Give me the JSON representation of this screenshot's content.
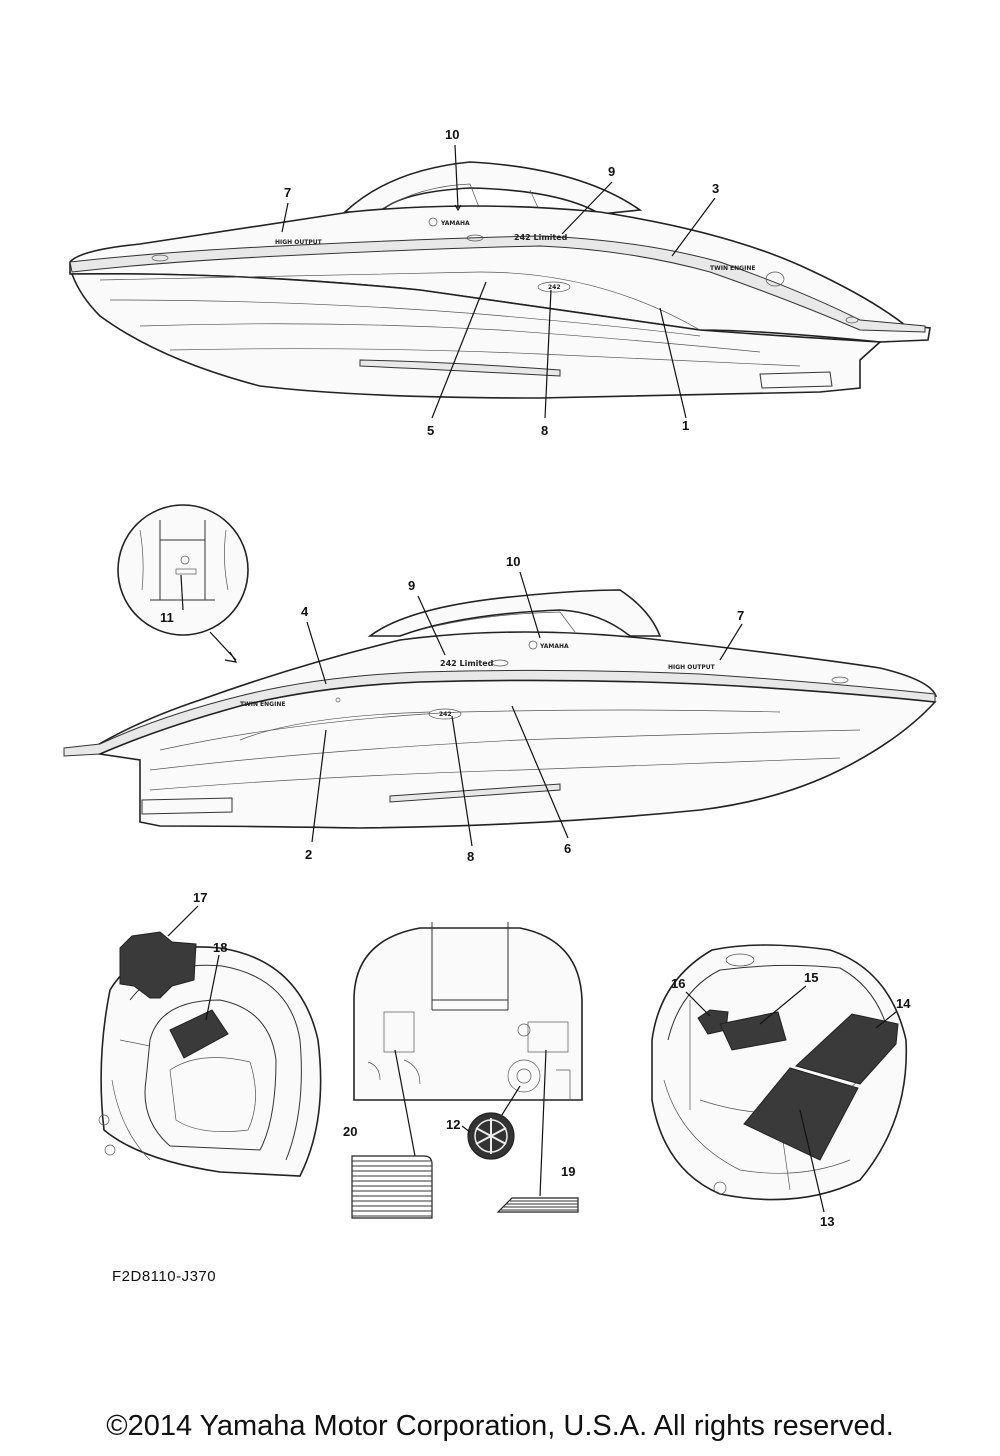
{
  "callouts": {
    "top": {
      "c10": "10",
      "c9": "9",
      "c7": "7",
      "c3": "3",
      "c5": "5",
      "c8": "8",
      "c1": "1"
    },
    "middle": {
      "c11": "11",
      "c10": "10",
      "c9": "9",
      "c4": "4",
      "c7": "7",
      "c2": "2",
      "c8": "8",
      "c6": "6"
    },
    "bottom": {
      "c17": "17",
      "c18": "18",
      "c16": "16",
      "c15": "15",
      "c14": "14",
      "c13": "13",
      "c12": "12",
      "c20": "20",
      "c19": "19"
    }
  },
  "decals": {
    "high_output": "HIGH OUTPUT",
    "model": "242 Limited",
    "twin_engine": "TWIN ENGINE",
    "brand": "YAMAHA",
    "badge": "242"
  },
  "part_code": "F2D8110-J370",
  "copyright": "©2014 Yamaha Motor Corporation, U.S.A. All rights reserved."
}
